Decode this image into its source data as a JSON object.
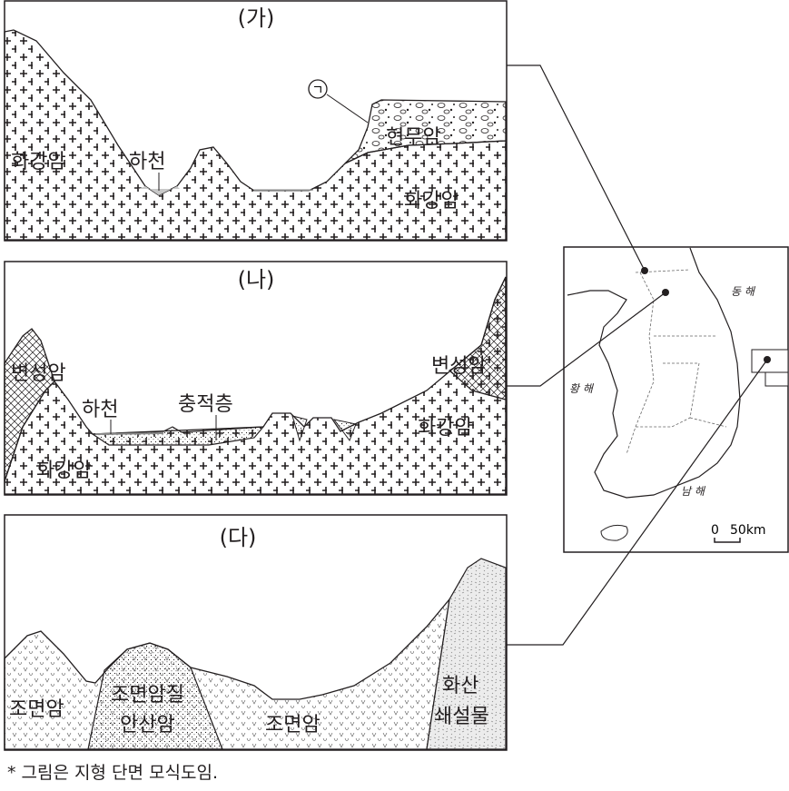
{
  "panels": [
    {
      "title": "(가)",
      "labels": {
        "marker": "ㄱ",
        "basalt": "현무암",
        "granite_left": "화강암",
        "river": "하천",
        "granite_right": "화강암"
      }
    },
    {
      "title": "(나)",
      "labels": {
        "meta_left": "변성암",
        "meta_right": "변성암",
        "river": "하천",
        "sediment": "충적층",
        "granite_left": "화강암",
        "granite_right": "화강암"
      }
    },
    {
      "title": "(다)",
      "labels": {
        "trachyte_left": "조면암",
        "andesite_1": "조면암질",
        "andesite_2": "안산암",
        "trachyte_mid": "조면암",
        "pyro_1": "화산",
        "pyro_2": "쇄설물"
      }
    }
  ],
  "map": {
    "east_sea": "동 해",
    "yellow_sea": "황 해",
    "south_sea": "남 해",
    "scale_zero": "0",
    "scale_value": "50km"
  },
  "footnote": "* 그림은 지형 단면 모식도임."
}
